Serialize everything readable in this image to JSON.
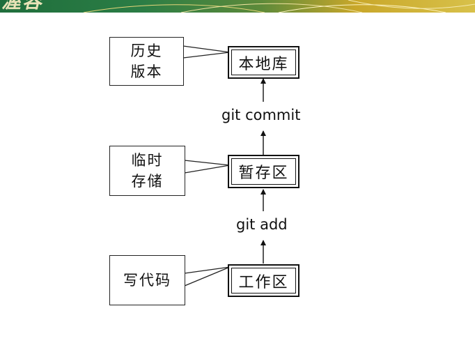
{
  "header": {
    "title": "渥容"
  },
  "diagram": {
    "nodes": {
      "local_repo": "本地库",
      "staging": "暂存区",
      "working": "工作区"
    },
    "notes": {
      "history": [
        "历史",
        "版本"
      ],
      "temp": [
        "临时",
        "存储"
      ],
      "write": "写代码"
    },
    "commands": {
      "commit": "git commit",
      "add": "git add"
    }
  },
  "colors": {
    "banner_dark": "#1f6e3c",
    "banner_gold": "#d8c14a"
  }
}
